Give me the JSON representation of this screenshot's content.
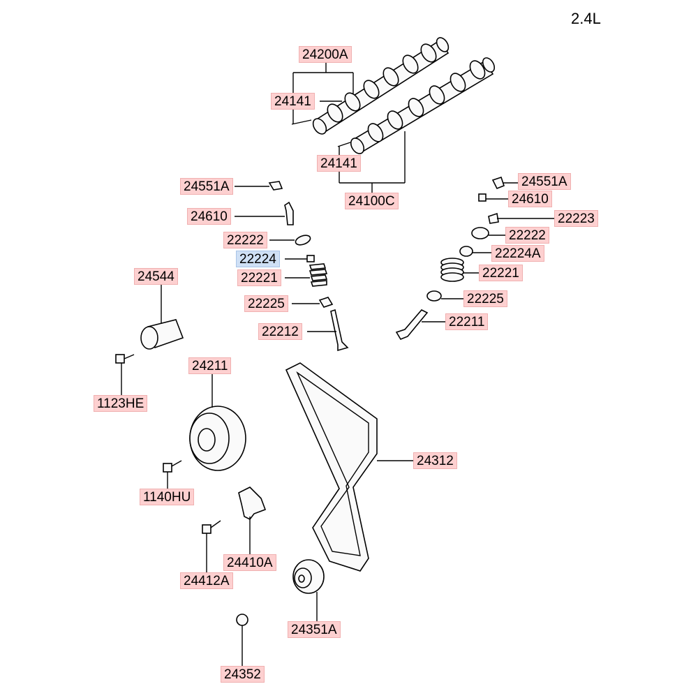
{
  "engine_label": "2.4L",
  "colors": {
    "callout_bg": "#fdd0d0",
    "callout_selected_bg": "#cfe0f5",
    "line": "#000000"
  },
  "callouts": [
    {
      "id": "c-24200A",
      "text": "24200A"
    },
    {
      "id": "c-24141a",
      "text": "24141"
    },
    {
      "id": "c-24141b",
      "text": "24141"
    },
    {
      "id": "c-24100C",
      "text": "24100C"
    },
    {
      "id": "c-24551A-l",
      "text": "24551A"
    },
    {
      "id": "c-24610-l",
      "text": "24610"
    },
    {
      "id": "c-22222-l",
      "text": "22222"
    },
    {
      "id": "c-22224",
      "text": "22224",
      "selected": true
    },
    {
      "id": "c-22221-l",
      "text": "22221"
    },
    {
      "id": "c-22225-l",
      "text": "22225"
    },
    {
      "id": "c-22212",
      "text": "22212"
    },
    {
      "id": "c-24544",
      "text": "24544"
    },
    {
      "id": "c-1123HE",
      "text": "1123HE"
    },
    {
      "id": "c-24211",
      "text": "24211"
    },
    {
      "id": "c-1140HU",
      "text": "1140HU"
    },
    {
      "id": "c-24410A",
      "text": "24410A"
    },
    {
      "id": "c-24412A",
      "text": "24412A"
    },
    {
      "id": "c-24351A",
      "text": "24351A"
    },
    {
      "id": "c-24352",
      "text": "24352"
    },
    {
      "id": "c-24312",
      "text": "24312"
    },
    {
      "id": "c-24551A-r",
      "text": "24551A"
    },
    {
      "id": "c-24610-r",
      "text": "24610"
    },
    {
      "id": "c-22223",
      "text": "22223"
    },
    {
      "id": "c-22222-r",
      "text": "22222"
    },
    {
      "id": "c-22224A",
      "text": "22224A"
    },
    {
      "id": "c-22221-r",
      "text": "22221"
    },
    {
      "id": "c-22225-r",
      "text": "22225"
    },
    {
      "id": "c-22211",
      "text": "22211"
    }
  ]
}
